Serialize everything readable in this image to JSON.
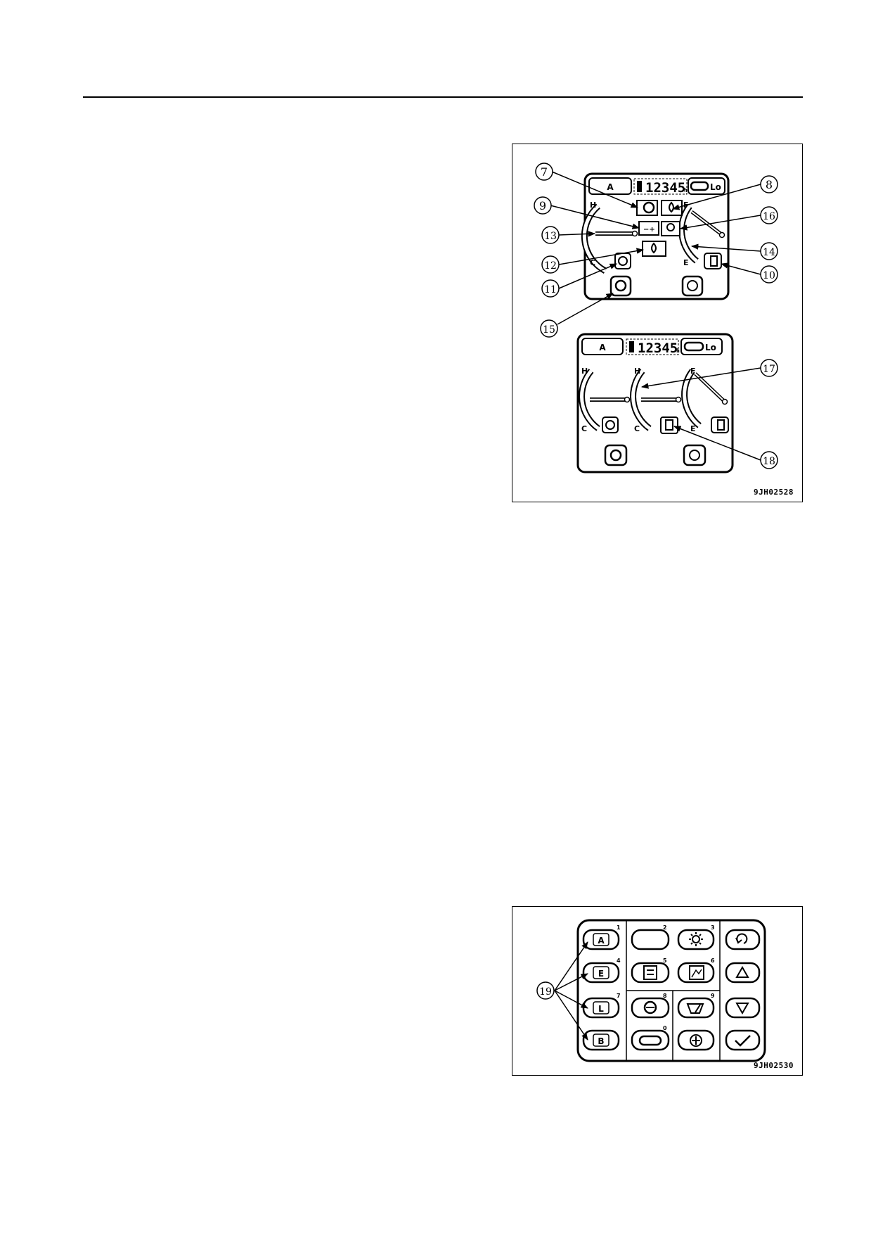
{
  "figure1": {
    "code": "9JH02528",
    "upper_panel": {
      "mode_label": "A",
      "hour_meter": "12345",
      "hour_unit": "h",
      "speed_label": "Lo",
      "gauge_left_labels": [
        "H",
        "C"
      ],
      "gauge_right_labels": [
        "F",
        "E"
      ]
    },
    "lower_panel": {
      "mode_label": "A",
      "hour_meter": "12345",
      "hour_unit": "h",
      "speed_label": "Lo",
      "gauge1_labels": [
        "H",
        "C"
      ],
      "gauge2_labels": [
        "H",
        "C"
      ],
      "gauge3_labels": [
        "F",
        "E"
      ]
    },
    "callouts": [
      "7",
      "8",
      "9",
      "16",
      "13",
      "14",
      "12",
      "10",
      "11",
      "15",
      "17",
      "18"
    ]
  },
  "figure2": {
    "code": "9JH02530",
    "callout": "19",
    "buttons": [
      {
        "label": "A",
        "num": "1"
      },
      {
        "label": "",
        "num": "2"
      },
      {
        "label": "",
        "num": "3"
      },
      {
        "label": "E",
        "num": "4"
      },
      {
        "label": "",
        "num": "5"
      },
      {
        "label": "",
        "num": "6"
      },
      {
        "label": "L",
        "num": "7"
      },
      {
        "label": "",
        "num": "8"
      },
      {
        "label": "",
        "num": "9"
      },
      {
        "label": "B",
        "num": ""
      },
      {
        "label": "",
        "num": "0"
      },
      {
        "label": "",
        "num": ""
      }
    ]
  }
}
